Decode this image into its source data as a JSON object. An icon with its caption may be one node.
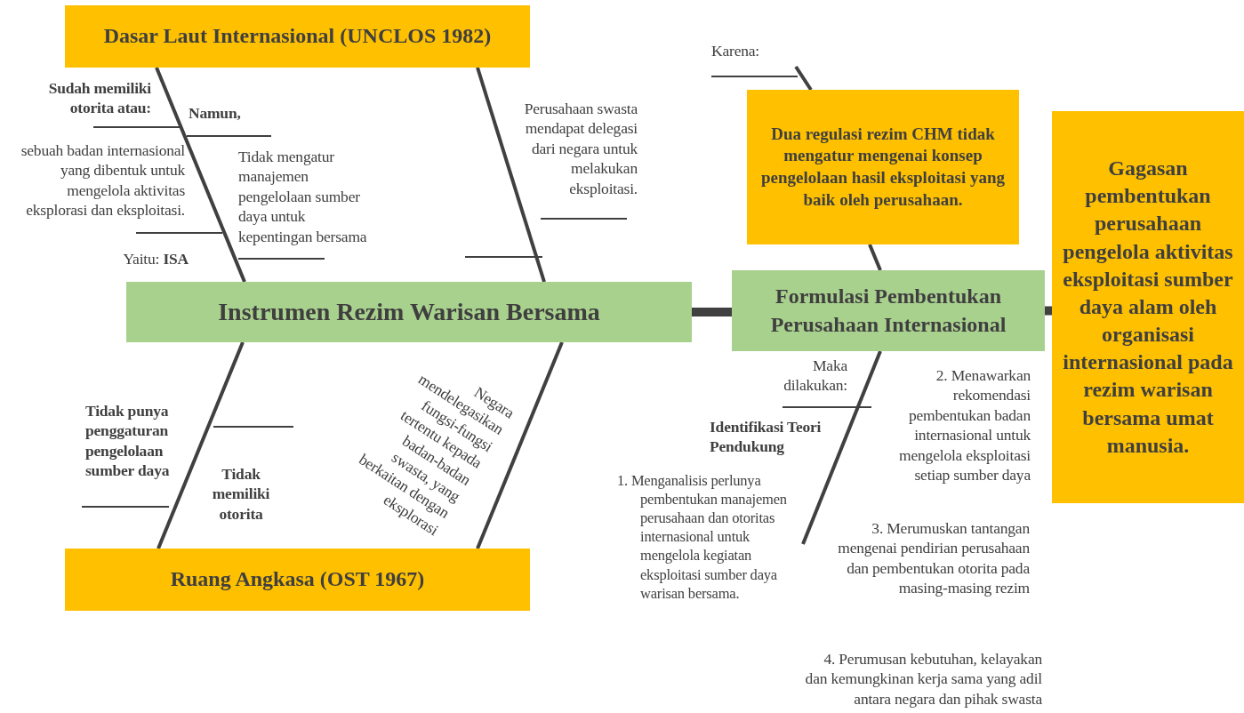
{
  "diagram": {
    "nodes": [
      {
        "text": [
          "Dasar Laut Internasional (UNCLOS 1982)"
        ]
      },
      {
        "text": [
          "Instrumen Rezim Warisan Bersama"
        ]
      },
      {
        "text": [
          "Ruang Angkasa (OST 1967)"
        ]
      },
      {
        "text": [
          "Dua regulasi rezim CHM tidak mengatur mengenai konsep pengelolaan hasil eksploitasi yang baik oleh perusahaan."
        ]
      },
      {
        "text": [
          "Formulasi Pembentukan Perusahaan Internasional"
        ]
      },
      {
        "text": [
          "Gagasan pembentukan perusahaan pengelola aktivitas eksploitasi sumber daya alam oleh organisasi internasional pada rezim warisan bersama umat manusia."
        ]
      }
    ],
    "edges": [
      {
        "from": 0,
        "to": 1,
        "arrow": "none"
      },
      {
        "from": 0,
        "to": 1,
        "arrow": "none"
      },
      {
        "from": 2,
        "to": 1,
        "arrow": "none"
      },
      {
        "from": 2,
        "to": 1,
        "arrow": "none"
      },
      {
        "from": 3,
        "to": 4,
        "arrow": "none"
      },
      {
        "from": 4,
        "to": null,
        "arrow": "none"
      },
      {
        "from": 1,
        "to": 4,
        "arrow": "none",
        "style": "thick"
      },
      {
        "from": 4,
        "to": 5,
        "arrow": "none",
        "style": "thick"
      }
    ],
    "labels": [
      "Karena:",
      "Sudah memiliki otorita atau:",
      "Namun,",
      "Perusahaan swasta mendapat delegasi dari negara untuk melakukan eksploitasi.",
      "sebuah badan internasional yang dibentuk untuk mengelola aktivitas eksplorasi dan eksploitasi.",
      "Tidak mengatur manajemen pengelolaan sumber daya untuk kepentingan bersama",
      "Yaitu: **ISA**",
      "Tidak punya penggaturan pengelolaan sumber daya",
      "Tidak memiliki otorita",
      "Negara mendelegasikan fungsi-fungsi tertentu kepada badan-badan swasta, yang berkaitan dengan eksplorasi",
      "Maka dilakukan:",
      "Identifikasi Teori Pendukung",
      "1. Menganalisis perlunya pembentukan manajemen perusahaan dan otoritas internasional untuk mengelola kegiatan eksploitasi sumber daya warisan bersama.",
      "2. Menawarkan rekomendasi pembentukan badan internasional untuk mengelola eksploitasi setiap sumber daya",
      "3. Merumuskan tantangan mengenai pendirian perusahaan dan pembentukan otorita pada masing-masing rezim",
      "4. Perumusan kebutuhan, kelayakan dan kemungkinan kerja sama yang adil antara negara dan pihak swasta"
    ]
  }
}
